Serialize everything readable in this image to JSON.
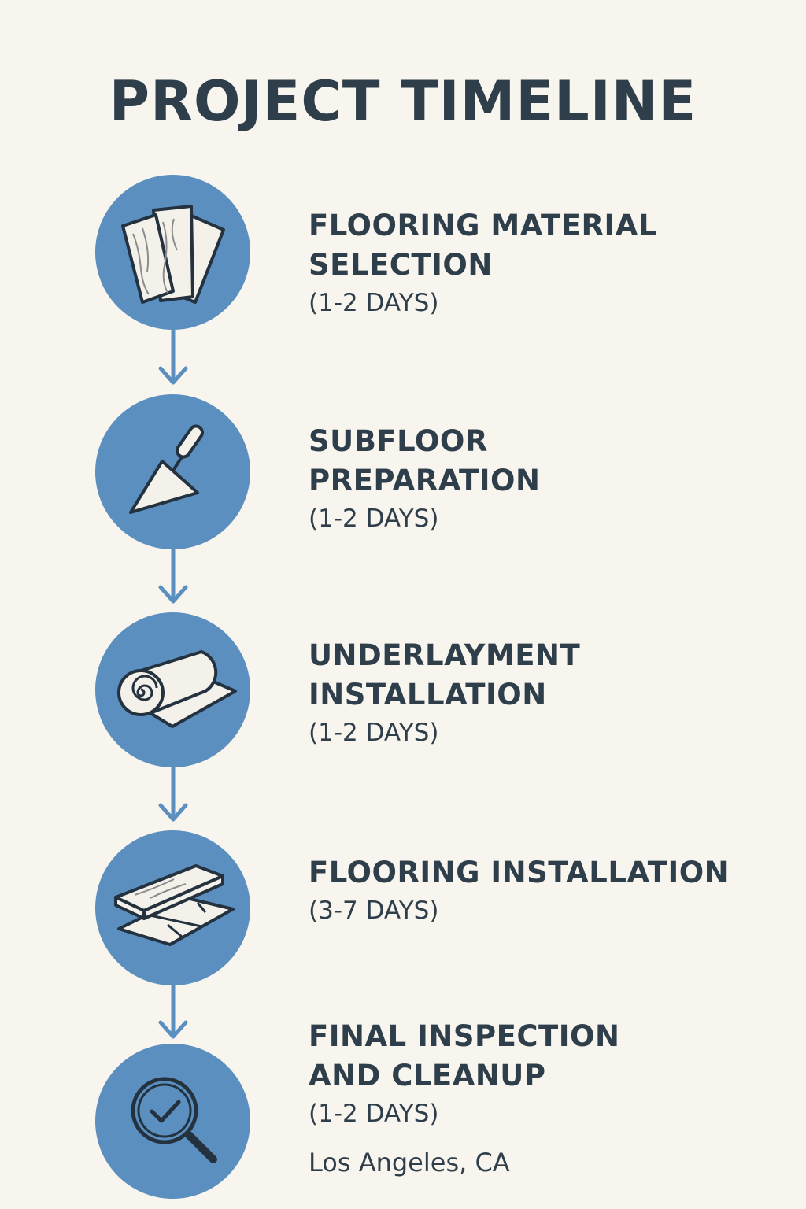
{
  "header": {
    "title": "PROJECT TIMELINE"
  },
  "colors": {
    "background": "#f8f5ee",
    "accent": "#5b8fbf",
    "text": "#2f3e4b"
  },
  "steps": [
    {
      "icon": "flooring-samples-icon",
      "title_lines": [
        "FLOORING MATERIAL",
        "SELECTION"
      ],
      "duration": "(1-2 DAYS)"
    },
    {
      "icon": "trowel-icon",
      "title_lines": [
        "SUBFLOOR",
        "PREPARATION"
      ],
      "duration": "(1-2 DAYS)"
    },
    {
      "icon": "underlayment-roll-icon",
      "title_lines": [
        "UNDERLAYMENT",
        "INSTALLATION"
      ],
      "duration": "(1-2 DAYS)"
    },
    {
      "icon": "floor-planks-icon",
      "title_lines": [
        "FLOORING INSTALLATION"
      ],
      "duration": "(3-7 DAYS)"
    },
    {
      "icon": "magnifier-check-icon",
      "title_lines": [
        "FINAL INSPECTION",
        "AND CLEANUP"
      ],
      "duration": "(1-2 DAYS)"
    }
  ],
  "footer": {
    "location": "Los Angeles, CA"
  }
}
